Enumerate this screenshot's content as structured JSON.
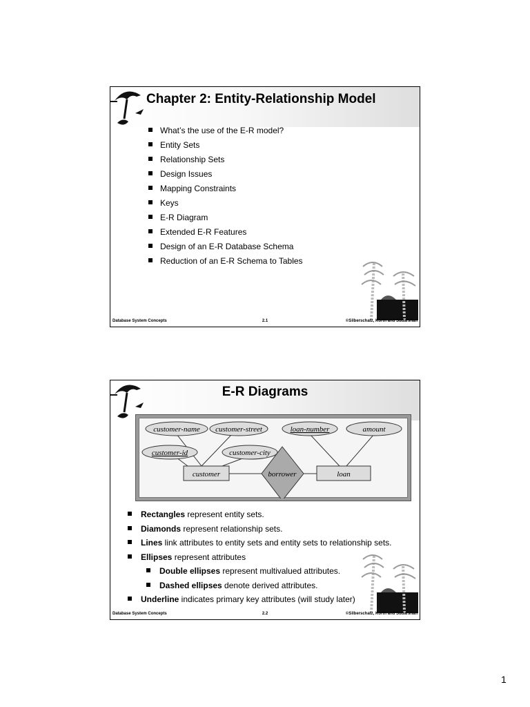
{
  "slides": [
    {
      "title": "Chapter 2:  Entity-Relationship Model",
      "bullets": [
        "What’s the use of the E-R model?",
        "Entity Sets",
        "Relationship Sets",
        "Design Issues",
        "Mapping Constraints",
        "Keys",
        "E-R Diagram",
        "Extended E-R Features",
        "Design of an E-R Database Schema",
        "Reduction of an E-R Schema to Tables"
      ],
      "footer": {
        "left": "Database System Concepts",
        "center": "2.1",
        "right": "©Silberschatz, Korth and Sudarshan"
      }
    },
    {
      "title": "E-R Diagrams",
      "diagram": {
        "attributes": [
          "customer-name",
          "customer-street",
          "loan-number",
          "amount",
          "customer-id",
          "customer-city"
        ],
        "entities": [
          "customer",
          "loan"
        ],
        "relationship": "borrower"
      },
      "bullets": [
        {
          "bold": "Rectangles",
          "text": " represent entity sets.",
          "level": 1
        },
        {
          "bold": "Diamonds",
          "text": " represent relationship sets.",
          "level": 1
        },
        {
          "bold": "Lines",
          "text": " link attributes to entity sets and entity sets to relationship sets.",
          "level": 1
        },
        {
          "bold": "Ellipses",
          "text": " represent attributes",
          "level": 1
        },
        {
          "bold": "Double ellipses",
          "text": " represent multivalued attributes.",
          "level": 2
        },
        {
          "bold": "Dashed ellipses",
          "text": " denote derived attributes.",
          "level": 2
        },
        {
          "bold": "Underline",
          "text": " indicates primary key attributes (will study later)",
          "level": 1
        }
      ],
      "footer": {
        "left": "Database System Concepts",
        "center": "2.2",
        "right": "©Silberschatz, Korth and Sudarshan"
      }
    }
  ],
  "page_number": "1"
}
